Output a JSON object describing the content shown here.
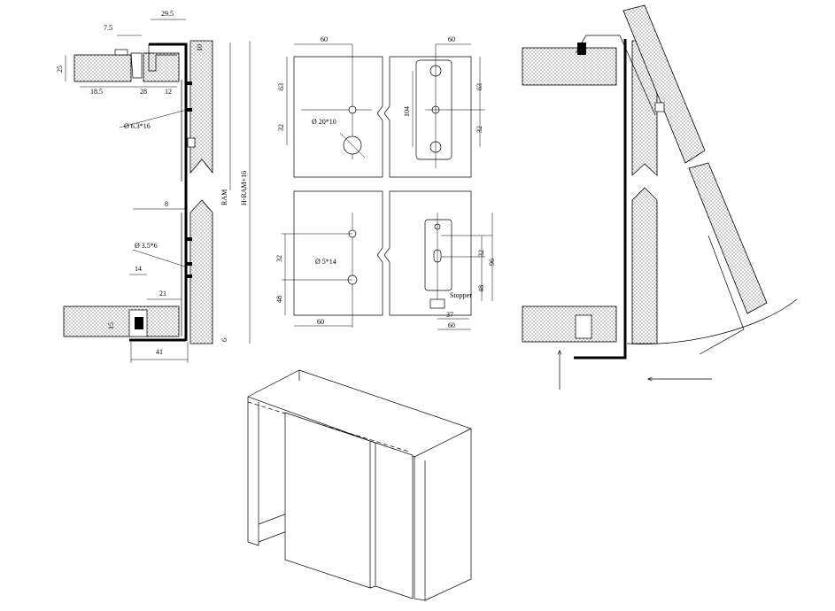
{
  "colors": {
    "ink": "#000000",
    "paper": "#ffffff"
  },
  "detail_left": {
    "dim_7_5": "7.5",
    "dim_29_5": "29.5",
    "dim_10": "10",
    "dim_25": "25",
    "dim_18_5": "18.5",
    "dim_28": "28",
    "dim_12": "12",
    "hole_large": "Ø 6.3*16",
    "ram": "RAM",
    "height": "H-RAM+16",
    "dim_8": "8",
    "hole_small": "Ø 3.5*6",
    "dim_14": "14",
    "dim_21": "21",
    "dim_15": "15",
    "dim_6": "6",
    "dim_41": "41"
  },
  "drilling": {
    "top_width_left": "60",
    "top_width_right": "60",
    "dim_63_left": "63",
    "dim_32_left": "32",
    "hole_top": "Ø 20*10",
    "dim_104": "104",
    "dim_63_right": "63",
    "dim_32_right": "32",
    "dim_32_lower_left": "32",
    "hole_bottom": "Ø 5*14",
    "dim_48_left": "48",
    "bottom_width_left": "60",
    "dim_32_lower_right": "32",
    "dim_96": "96",
    "dim_48_right": "48",
    "stopper": "Stopper",
    "dim_37": "37",
    "bottom_width_right": "60"
  }
}
